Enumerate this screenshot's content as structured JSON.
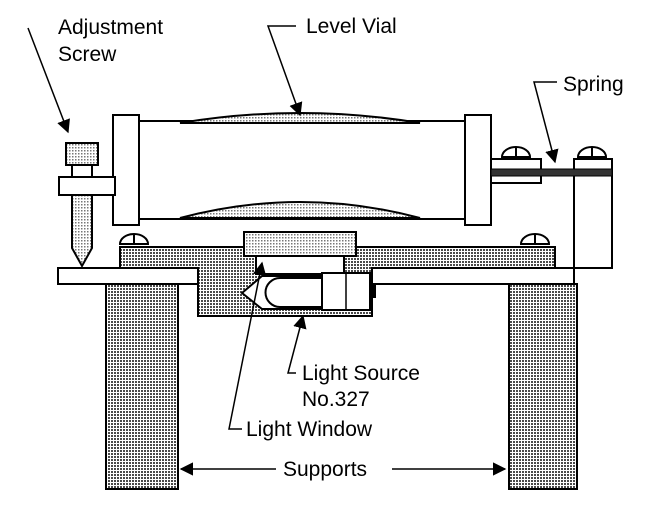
{
  "labels": {
    "adjustment_screw_line1": "Adjustment",
    "adjustment_screw_line2": "Screw",
    "level_vial": "Level Vial",
    "spring": "Spring",
    "light_source_line1": "Light Source",
    "light_source_line2": "No.327",
    "light_window": "Light Window",
    "supports": "Supports"
  },
  "colors": {
    "line": "#000000",
    "fill_dark_hatch": "#555555",
    "fill_light_hatch": "#9a9a9a",
    "background": "#ffffff"
  }
}
